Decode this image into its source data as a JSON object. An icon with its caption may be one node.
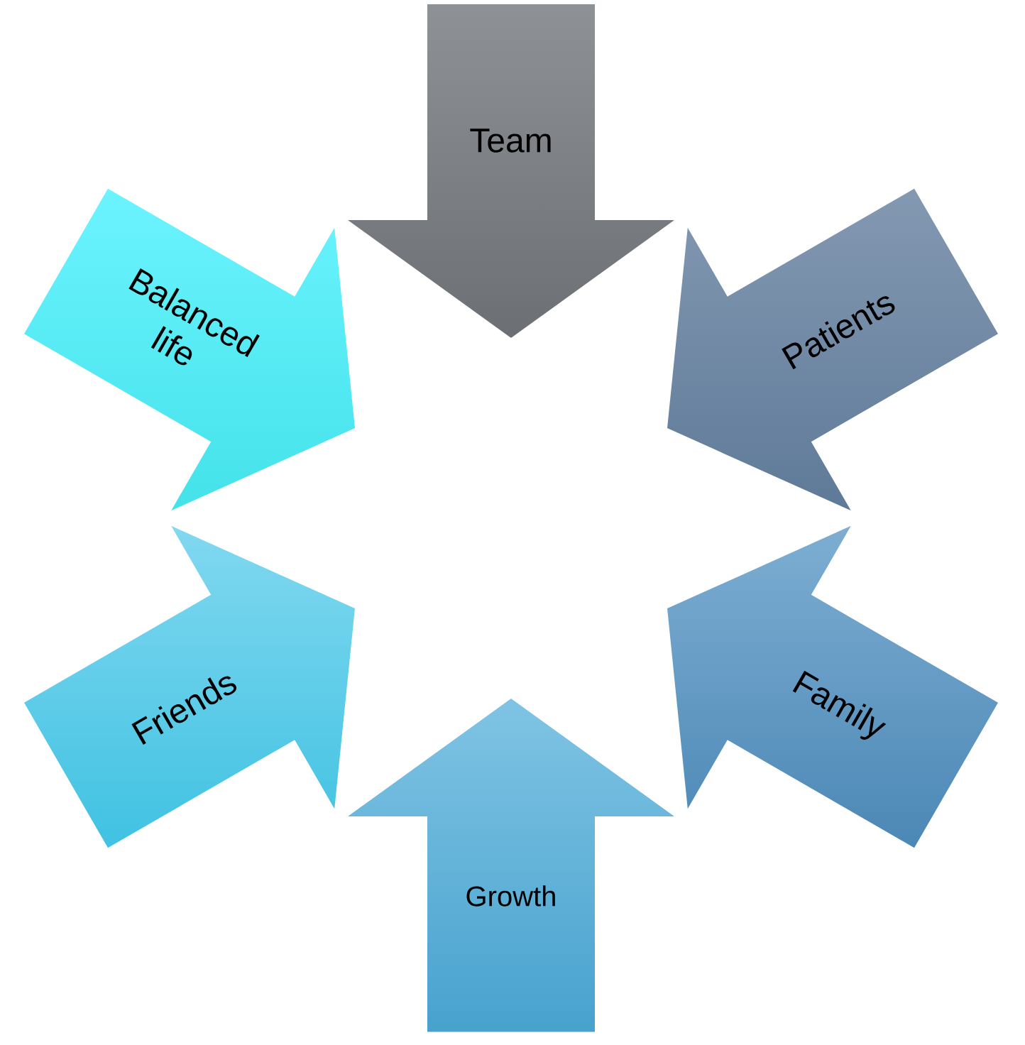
{
  "diagram": {
    "nodes": [
      {
        "text": [
          "Team"
        ]
      },
      {
        "text": [
          "Patients"
        ]
      },
      {
        "text": [
          "Family"
        ]
      },
      {
        "text": [
          "Growth"
        ]
      },
      {
        "text": [
          "Friends"
        ]
      },
      {
        "text": [
          "Balanced life"
        ]
      }
    ]
  }
}
